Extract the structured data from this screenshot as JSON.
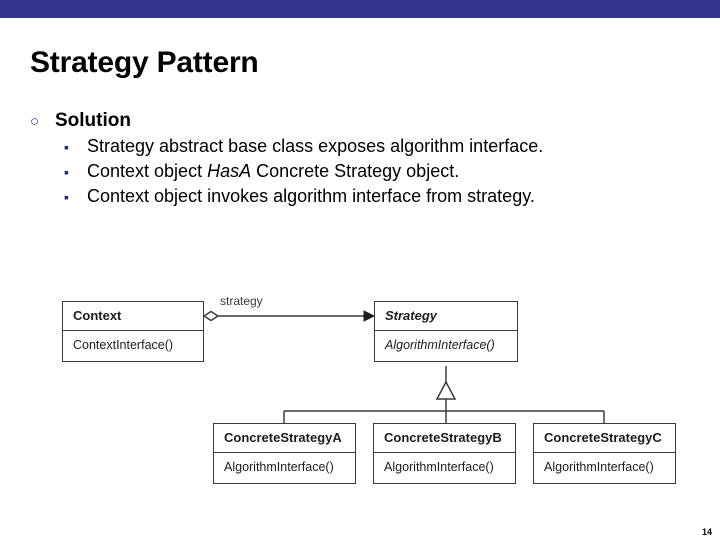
{
  "theme": {
    "top_bar_color": "#33348e",
    "bullet_marker_color": "#1f1fa0",
    "diagram_line_color": "#3a3a3a",
    "text_color": "#000000"
  },
  "slide": {
    "title": "Strategy Pattern",
    "page_number": "14"
  },
  "bullets": {
    "level1": {
      "marker": "circle-outline-bullet",
      "marker_glyph": "○",
      "text": "Solution"
    },
    "level2_marker_glyph": "▪",
    "items": [
      {
        "marker": "square-bullet",
        "parts": [
          {
            "text": "Strategy abstract base class exposes algorithm interface.",
            "italic": false
          }
        ]
      },
      {
        "marker": "square-bullet",
        "parts": [
          {
            "text": "Context object ",
            "italic": false
          },
          {
            "text": "HasA",
            "italic": true
          },
          {
            "text": " Concrete Strategy object.",
            "italic": false
          }
        ]
      },
      {
        "marker": "square-bullet",
        "parts": [
          {
            "text": "Context object invokes algorithm interface from strategy.",
            "italic": false
          }
        ]
      }
    ]
  },
  "diagram": {
    "association_label": "strategy",
    "classes": [
      {
        "id": "context",
        "name": "Context",
        "operations": "ContextInterface()",
        "abstract": false
      },
      {
        "id": "strategy",
        "name": "Strategy",
        "operations": "AlgorithmInterface()",
        "abstract": true
      },
      {
        "id": "concrete-strategy-a",
        "name": "ConcreteStrategyA",
        "operations": "AlgorithmInterface()",
        "abstract": false
      },
      {
        "id": "concrete-strategy-b",
        "name": "ConcreteStrategyB",
        "operations": "AlgorithmInterface()",
        "abstract": false
      },
      {
        "id": "concrete-strategy-c",
        "name": "ConcreteStrategyC",
        "operations": "AlgorithmInterface()",
        "abstract": false
      }
    ]
  }
}
